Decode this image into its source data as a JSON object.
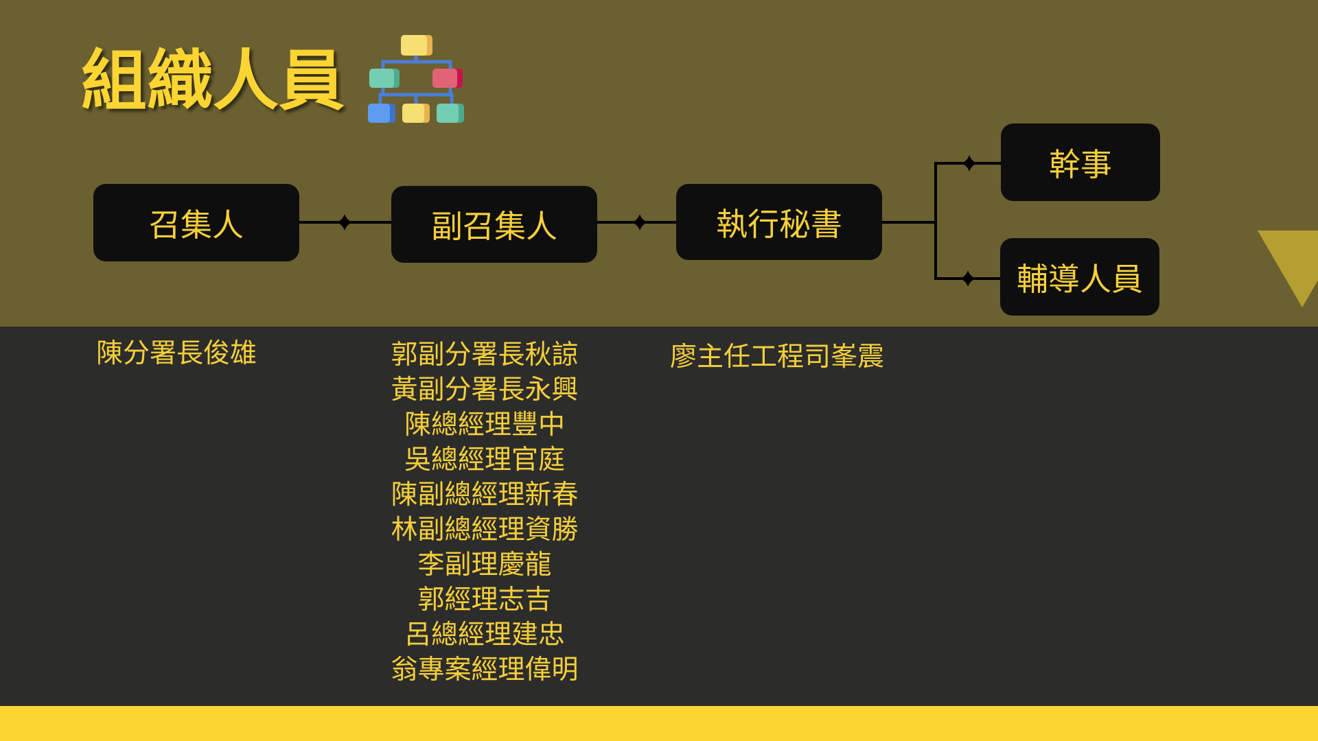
{
  "slide": {
    "title": "組織人員",
    "title_icon": "org-chart-icon",
    "colors": {
      "header_bg": "#6b6030",
      "body_bg": "#2c2c2b",
      "footer_bar": "#fdd533",
      "node_bg": "#0e0e0e",
      "text": "#f5cf3a",
      "triangle": "#b59f30"
    }
  },
  "org_chart": {
    "nodes": [
      {
        "id": "convener",
        "label": "召集人"
      },
      {
        "id": "deputy-convener",
        "label": "副召集人"
      },
      {
        "id": "executive-secretary",
        "label": "執行秘書"
      },
      {
        "id": "officer",
        "label": "幹事"
      },
      {
        "id": "counselor",
        "label": "輔導人員"
      }
    ],
    "edges": [
      [
        "convener",
        "deputy-convener"
      ],
      [
        "deputy-convener",
        "executive-secretary"
      ],
      [
        "executive-secretary",
        "officer"
      ],
      [
        "executive-secretary",
        "counselor"
      ]
    ]
  },
  "members": {
    "convener": [
      "陳分署長俊雄"
    ],
    "deputy_convener": [
      "郭副分署長秋諒",
      "黃副分署長永興",
      "陳總經理豐中",
      "吳總經理官庭",
      "陳副總經理新春",
      "林副總經理資勝",
      "李副理慶龍",
      "郭經理志吉",
      "呂總經理建忠",
      "翁專案經理偉明"
    ],
    "executive_secretary": [
      "廖主任工程司峯震"
    ]
  }
}
